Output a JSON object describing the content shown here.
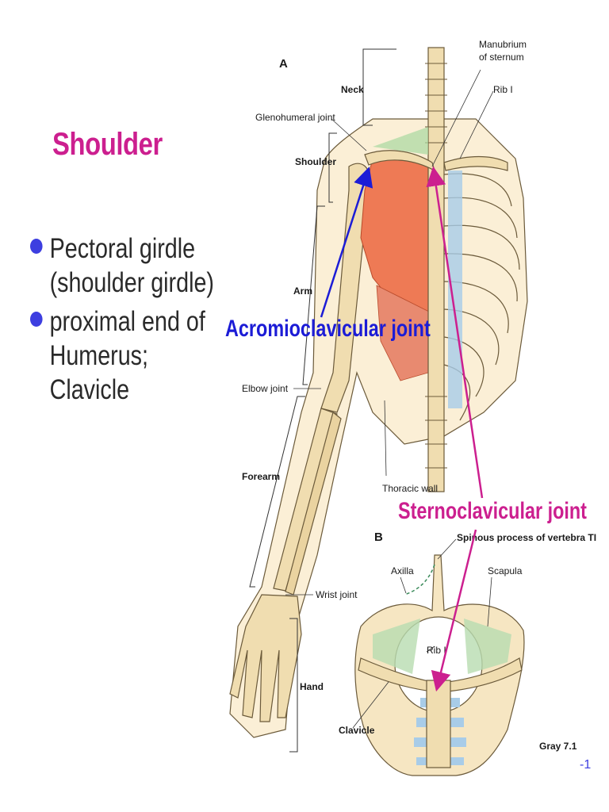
{
  "title": "Shoulder",
  "bullets": [
    {
      "lines": [
        "Pectoral girdle",
        "(shoulder girdle)"
      ]
    },
    {
      "lines": [
        "proximal end of",
        "Humerus;",
        "Clavicle"
      ]
    }
  ],
  "figure": {
    "panel_a": "A",
    "panel_b": "B",
    "labels": {
      "manubrium_1": "Manubrium",
      "manubrium_2": "of sternum",
      "rib_i": "Rib I",
      "neck": "Neck",
      "glenohumeral_joint": "Glenohumeral joint",
      "shoulder": "Shoulder",
      "arm": "Arm",
      "elbow_joint": "Elbow joint",
      "forearm": "Forearm",
      "thoracic_wall": "Thoracic wall",
      "wrist_joint": "Wrist joint",
      "hand": "Hand",
      "spinous_process": "Spinous process of vertebra TI",
      "axilla": "Axilla",
      "scapula": "Scapula",
      "rib_i_b": "Rib I",
      "clavicle": "Clavicle",
      "credit": "Gray 7.1"
    }
  },
  "callouts": {
    "acromioclavicular": "Acromioclavicular joint",
    "sternoclavicular": "Sternoclavicular joint"
  },
  "page_number": "-1",
  "colors": {
    "title": "#cc1f8f",
    "bullet_dot": "#3d3ee0",
    "blue_callout": "#1c1cd6",
    "pink_callout": "#cc1f8f",
    "bone": "#f0ddb0",
    "muscle": "#ee7a55",
    "cartilage": "#a8cce8"
  }
}
